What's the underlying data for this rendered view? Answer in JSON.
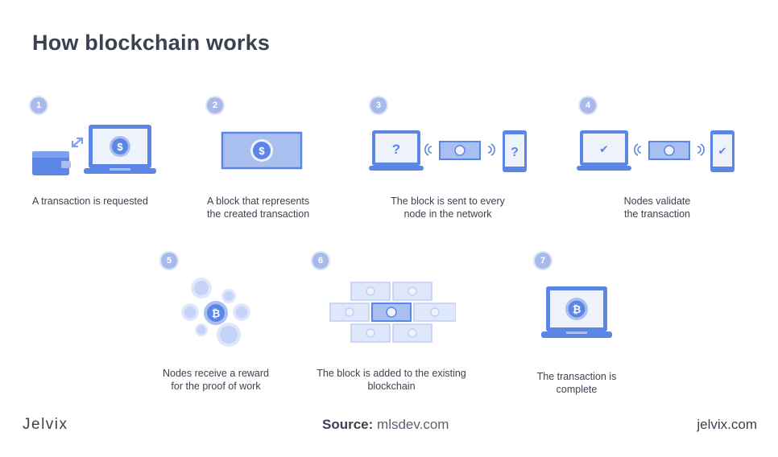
{
  "title": "How blockchain works",
  "steps": [
    {
      "number": "1",
      "caption_line1": "A transaction is requested",
      "caption_line2": ""
    },
    {
      "number": "2",
      "caption_line1": "A block that represents",
      "caption_line2": "the created transaction"
    },
    {
      "number": "3",
      "caption_line1": "The block is sent to every",
      "caption_line2": "node in the network"
    },
    {
      "number": "4",
      "caption_line1": "Nodes validate",
      "caption_line2": "the transaction"
    },
    {
      "number": "5",
      "caption_line1": "Nodes receive a reward",
      "caption_line2": "for the proof of work"
    },
    {
      "number": "6",
      "caption_line1": "The block is added to the existing",
      "caption_line2": "blockchain"
    },
    {
      "number": "7",
      "caption_line1": "The transaction is",
      "caption_line2": "complete"
    }
  ],
  "glyphs": {
    "dollar": "$",
    "question": "?",
    "check": "✔",
    "bitcoin": "₿"
  },
  "footer": {
    "logo": "Jelvix",
    "source_label": "Source:",
    "source_value": "mlsdev.com",
    "site": "jelvix.com"
  },
  "colors": {
    "primary": "#5b86e5",
    "fill": "#a9bff0",
    "light": "#cdd9f7",
    "screen": "#eef2fb",
    "badge": "#a9b9ea"
  }
}
